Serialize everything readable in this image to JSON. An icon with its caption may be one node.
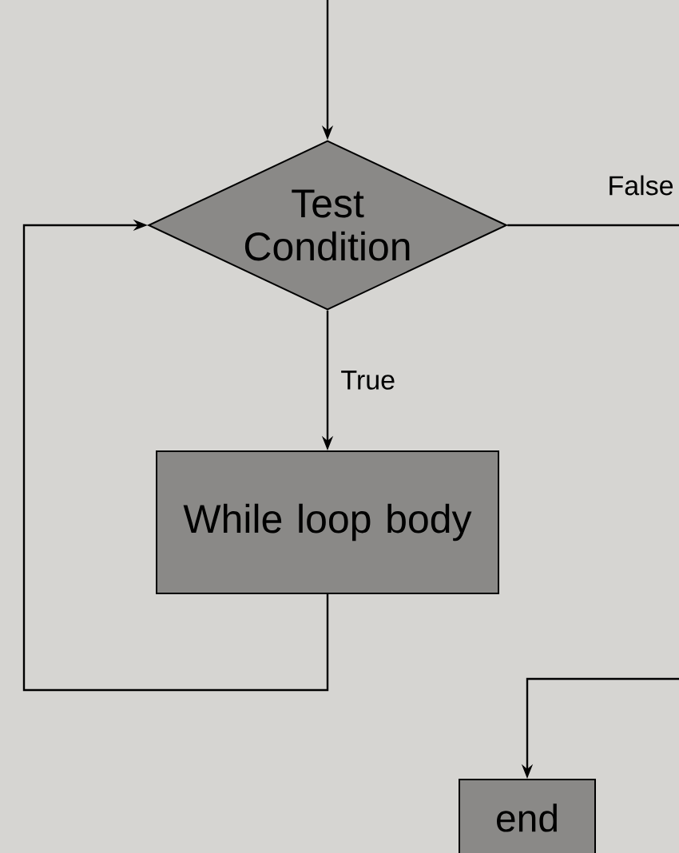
{
  "diagram": {
    "nodes": [
      {
        "text": [
          "Test Condition"
        ]
      },
      {
        "text": [
          "While loop body"
        ]
      },
      {
        "text": [
          "end"
        ]
      }
    ],
    "edges": [
      {
        "from": null,
        "to": 0,
        "arrow": "to"
      },
      {
        "from": 0,
        "to": 1,
        "arrow": "to",
        "label": "True"
      },
      {
        "from": 0,
        "to": 2,
        "arrow": "to",
        "label": "False"
      },
      {
        "from": 1,
        "to": 0,
        "arrow": "to"
      }
    ]
  }
}
